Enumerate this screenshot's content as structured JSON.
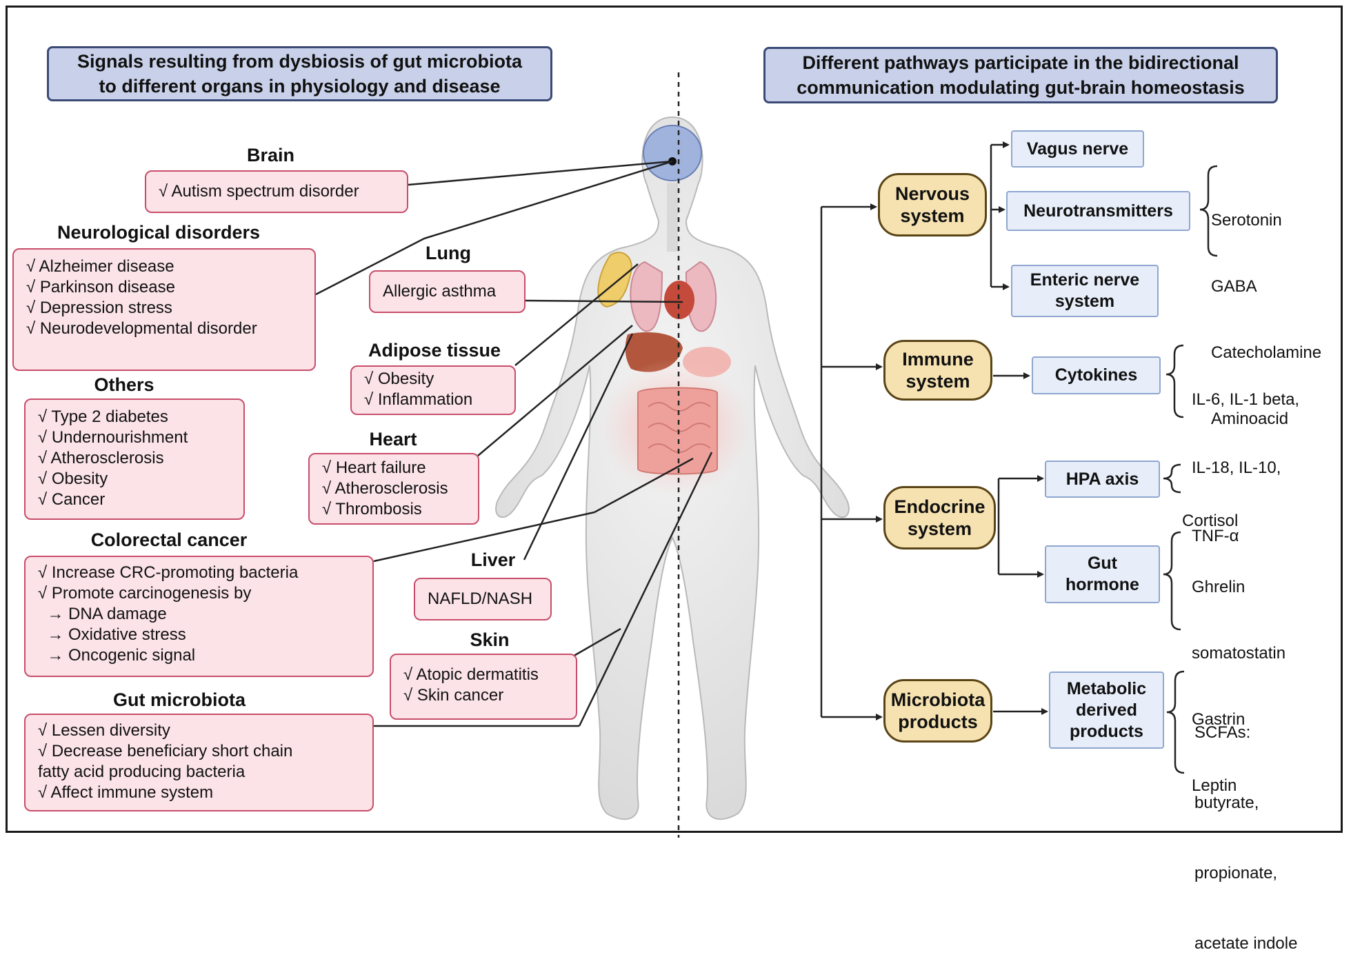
{
  "left_header": [
    "Signals resulting from dysbiosis of gut microbiota",
    "to different organs in physiology and disease"
  ],
  "right_header": [
    "Different pathways participate in the bidirectional",
    "communication modulating gut-brain homeostasis"
  ],
  "organs": {
    "brain": {
      "title": "Brain",
      "items": [
        "√ Autism spectrum disorder"
      ]
    },
    "neuro": {
      "title": "Neurological disorders",
      "items": [
        "√ Alzheimer disease",
        "√ Parkinson disease",
        "√ Depression stress",
        "√ Neurodevelopmental disorder"
      ]
    },
    "others": {
      "title": "Others",
      "items": [
        "√ Type 2 diabetes",
        "√ Undernourishment",
        "√ Atherosclerosis",
        "√ Obesity",
        "√ Cancer"
      ]
    },
    "colorectal": {
      "title": "Colorectal cancer",
      "items": [
        "√ Increase CRC-promoting bacteria",
        "√ Promote carcinogenesis by",
        "  → DNA damage",
        "  → Oxidative stress",
        "  → Oncogenic signal"
      ]
    },
    "gut": {
      "title": "Gut microbiota",
      "items": [
        "√ Lessen diversity",
        "√ Decrease beneficiary short chain",
        "fatty acid producing bacteria",
        "√ Affect immune system"
      ]
    },
    "lung": {
      "title": "Lung",
      "items": [
        "Allergic asthma"
      ]
    },
    "adipose": {
      "title": "Adipose tissue",
      "items": [
        "√ Obesity",
        "√ Inflammation"
      ]
    },
    "heart": {
      "title": "Heart",
      "items": [
        "√ Heart failure",
        "√ Atherosclerosis",
        "√ Thrombosis"
      ]
    },
    "liver": {
      "title": "Liver",
      "items": [
        "NAFLD/NASH"
      ]
    },
    "skin": {
      "title": "Skin",
      "items": [
        "√ Atopic dermatitis",
        "√ Skin cancer"
      ]
    }
  },
  "systems": {
    "nervous": [
      "Nervous",
      "system"
    ],
    "immune": [
      "Immune",
      "system"
    ],
    "endocrine": [
      "Endocrine",
      "system"
    ],
    "microbiota": [
      "Microbiota",
      "products"
    ]
  },
  "pathways": {
    "vagus": [
      "Vagus nerve"
    ],
    "neurotransmitters": [
      "Neurotransmitters"
    ],
    "enteric": [
      "Enteric nerve",
      "system"
    ],
    "cytokines": [
      "Cytokines"
    ],
    "hpa": [
      "HPA axis"
    ],
    "gut_hormone": [
      "Gut",
      "hormone"
    ],
    "metabolic": [
      "Metabolic",
      "derived",
      "products"
    ]
  },
  "mediators": {
    "neurotransmitters": [
      "Serotonin",
      "GABA",
      "Catecholamine",
      "Aminoacid"
    ],
    "cytokines": [
      "IL-6, IL-1 beta,",
      "IL-18, IL-10,",
      "TNF-α"
    ],
    "hpa": [
      "Cortisol"
    ],
    "gut_hormone": [
      "Ghrelin",
      "somatostatin",
      "Gastrin",
      "Leptin"
    ],
    "metabolic": [
      "SCFAs:",
      "butyrate,",
      "propionate,",
      "acetate indole"
    ]
  },
  "colors": {
    "header_fill": "#c9d1ea",
    "header_border": "#3b4a75",
    "organ_fill": "#fbe3e8",
    "organ_border": "#c84d6a",
    "system_fill": "#f6e2b0",
    "system_border": "#5a4416",
    "pathway_fill": "#e7eefa",
    "pathway_border": "#8ea6cf"
  }
}
